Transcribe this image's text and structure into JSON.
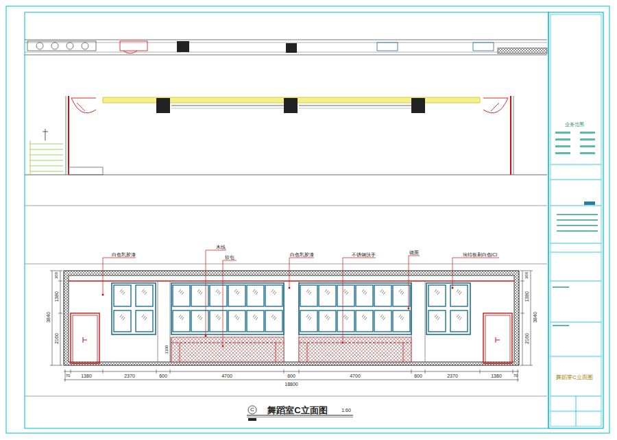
{
  "diagram": {
    "title": "舞蹈室C立面图",
    "labels": [
      "业务范围",
      "舞蹈室C立面图",
      "白色乳胶漆",
      "木线",
      "软包",
      "白色乳胶漆",
      "不锈钢扶手",
      "镜面",
      "埃特板刷白色ICI",
      "300",
      "1380",
      "2160",
      "3840",
      "300",
      "1380",
      "2160",
      "3840",
      "1100",
      "70",
      "1380",
      "2370",
      "600",
      "4700",
      "600",
      "4700",
      "600",
      "2370",
      "1380",
      "70",
      "18800",
      "C",
      "1:60"
    ]
  }
}
